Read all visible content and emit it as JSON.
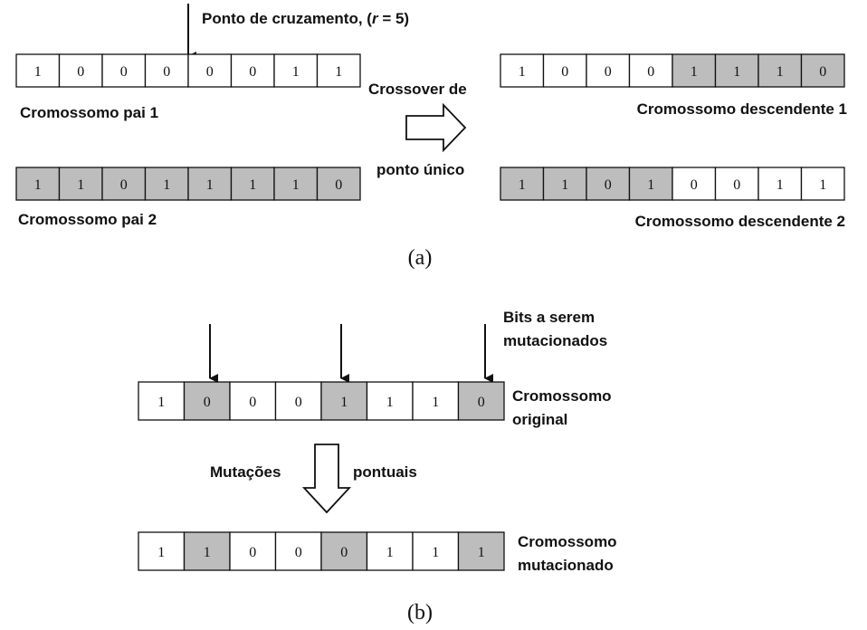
{
  "part_a": {
    "crossover_label": "Ponto de cruzamento, (",
    "crossover_r": "r",
    "crossover_value": " = 5)",
    "parent1_label": "Cromossomo pai 1",
    "parent2_label": "Cromossomo pai 2",
    "operation_label_top": "Crossover de",
    "operation_label_bottom": "ponto único",
    "child1_label": "Cromossomo descendente 1",
    "child2_label": "Cromossomo descendente 2",
    "caption": "(a)",
    "parent1_bits": [
      "1",
      "0",
      "0",
      "0",
      "0",
      "0",
      "1",
      "1"
    ],
    "parent1_shaded": [
      false,
      false,
      false,
      false,
      false,
      false,
      false,
      false
    ],
    "parent2_bits": [
      "1",
      "1",
      "0",
      "1",
      "1",
      "1",
      "1",
      "0"
    ],
    "parent2_shaded": [
      true,
      true,
      true,
      true,
      true,
      true,
      true,
      true
    ],
    "child1_bits": [
      "1",
      "0",
      "0",
      "0",
      "1",
      "1",
      "1",
      "0"
    ],
    "child1_shaded": [
      false,
      false,
      false,
      false,
      true,
      true,
      true,
      true
    ],
    "child2_bits": [
      "1",
      "1",
      "0",
      "1",
      "0",
      "0",
      "1",
      "1"
    ],
    "child2_shaded": [
      true,
      true,
      true,
      true,
      false,
      false,
      false,
      false
    ]
  },
  "part_b": {
    "bits_label_line1": "Bits a serem",
    "bits_label_line2": "mutacionados",
    "original_label_line1": "Cromossomo",
    "original_label_line2": "original",
    "operation_label_left": "Mutações",
    "operation_label_right": "pontuais",
    "mutated_label_line1": "Cromossomo",
    "mutated_label_line2": "mutacionado",
    "caption": "(b)",
    "original_bits": [
      "1",
      "0",
      "0",
      "0",
      "1",
      "1",
      "1",
      "0"
    ],
    "original_shaded": [
      false,
      true,
      false,
      false,
      true,
      false,
      false,
      true
    ],
    "mutated_bits": [
      "1",
      "1",
      "0",
      "0",
      "0",
      "1",
      "1",
      "1"
    ],
    "mutated_shaded": [
      false,
      true,
      false,
      false,
      true,
      false,
      false,
      true
    ]
  },
  "colors": {
    "shade": "#bdbdbd",
    "white": "#ffffff",
    "stroke": "#111111"
  }
}
